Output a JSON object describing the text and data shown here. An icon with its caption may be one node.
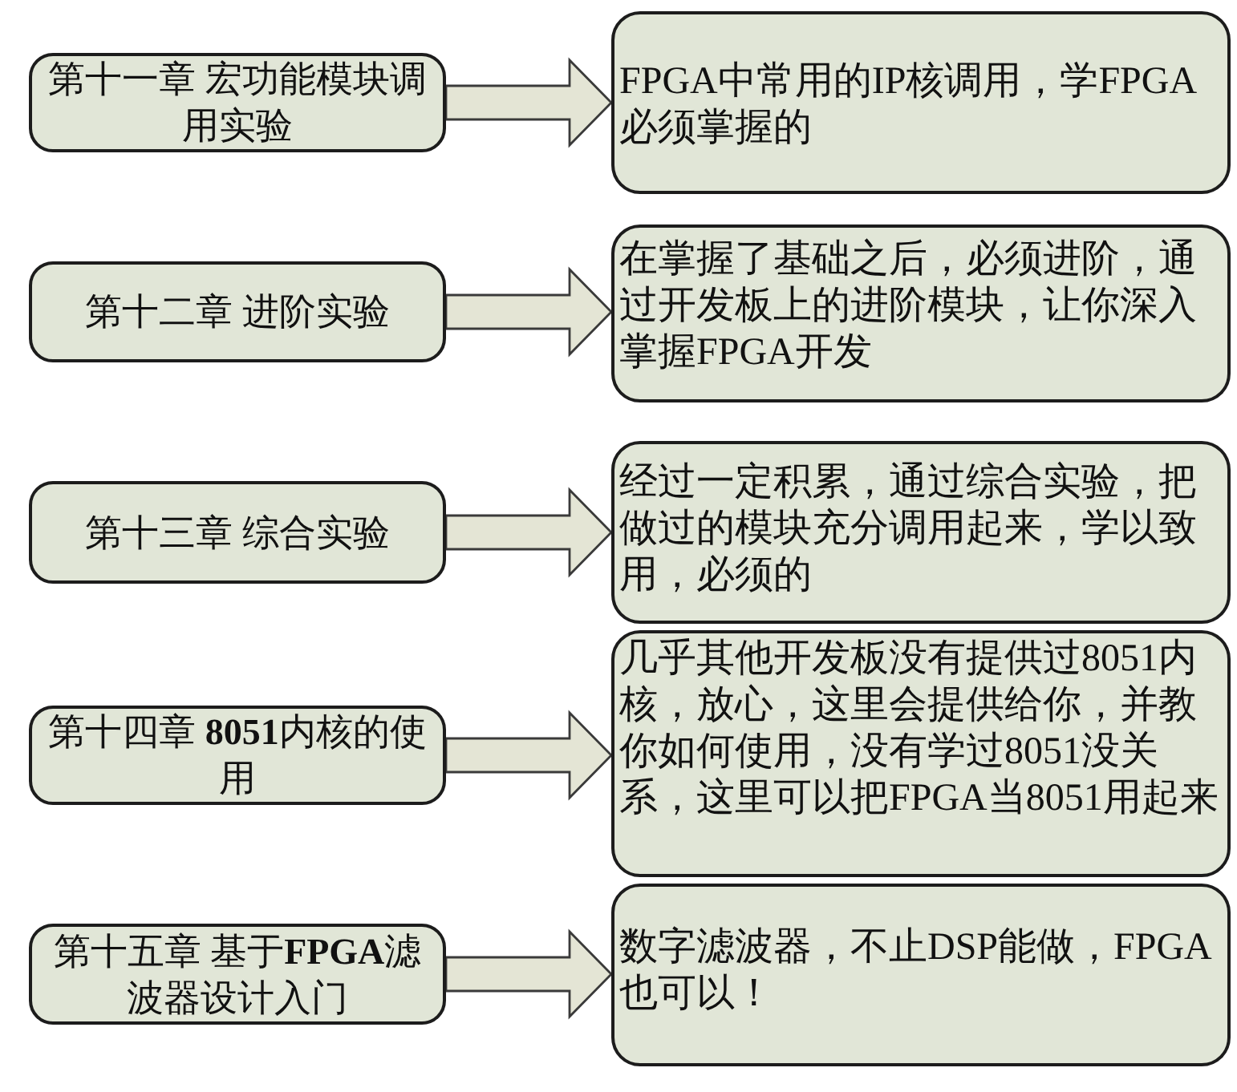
{
  "diagram": {
    "nodes": [
      {
        "text": [
          "第十一章 宏功能模块调用实验"
        ]
      },
      {
        "text": [
          "FPGA中常用的IP核调用，学FPGA必须掌握的"
        ]
      },
      {
        "text": [
          "第十二章 进阶实验"
        ]
      },
      {
        "text": [
          "在掌握了基础之后，必须进阶，通过开发板上的进阶模块，让你深入掌握FPGA开发"
        ]
      },
      {
        "text": [
          "第十三章 综合实验"
        ]
      },
      {
        "text": [
          "经过一定积累，通过综合实验，把做过的模块充分调用起来，学以致用，必须的"
        ]
      },
      {
        "text": [
          "第十四章 **8051**内核的使用"
        ]
      },
      {
        "text": [
          "几乎其他开发板没有提供过8051内核，放心，这里会提供给你，并教你如何使用，没有学过8051没关系，这里可以把FPGA当8051用起来"
        ]
      },
      {
        "text": [
          "第十五章 基于**FPGA**滤波器设计入门"
        ]
      },
      {
        "text": [
          "数字滤波器，不止DSP能做，FPGA也可以！"
        ]
      }
    ],
    "edges": [
      {
        "from": 0,
        "to": 1,
        "arrow": "to"
      },
      {
        "from": 2,
        "to": 3,
        "arrow": "to"
      },
      {
        "from": 4,
        "to": 5,
        "arrow": "to"
      },
      {
        "from": 6,
        "to": 7,
        "arrow": "to"
      },
      {
        "from": 8,
        "to": 9,
        "arrow": "to"
      }
    ]
  }
}
